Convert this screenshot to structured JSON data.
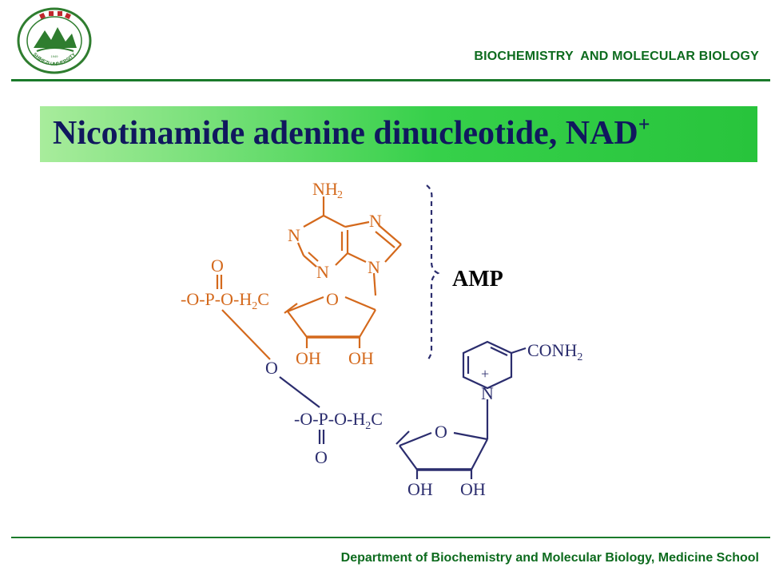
{
  "header": {
    "department_banner": "BIOCHEMISTRY  AND MOLECULAR BIOLOGY",
    "logo_text": "SHIHEZI UNIVERSITY"
  },
  "title": {
    "main": "Nicotinamide adenine dinucleotide, NAD",
    "superscript": "+"
  },
  "diagram": {
    "amp_label": "AMP",
    "adenine": {
      "nh2": "NH",
      "nh2_sub": "2",
      "n1": "N",
      "n3": "N",
      "n7": "N",
      "n9": "N"
    },
    "upper_phosphate": {
      "o_double": "O",
      "chain": "-O-P-O-H",
      "chain_sub": "2",
      "chain_end": "C",
      "ring_o": "O",
      "oh1": "OH",
      "oh2": "OH"
    },
    "bridge_o": "O",
    "nicotinamide": {
      "conh2": "CONH",
      "conh2_sub": "2",
      "n_plus": "N",
      "plus": "+"
    },
    "lower_phosphate": {
      "chain": "-O-P-O-H",
      "chain_sub": "2",
      "chain_end": "C",
      "o_double": "O",
      "ring_o": "O",
      "oh1": "OH",
      "oh2": "OH"
    },
    "colors": {
      "amp_part": "#d4691c",
      "nmn_part": "#2b2d6e",
      "label": "#000000"
    }
  },
  "footer": {
    "text": "Department  of Biochemistry and Molecular Biology, Medicine School"
  }
}
